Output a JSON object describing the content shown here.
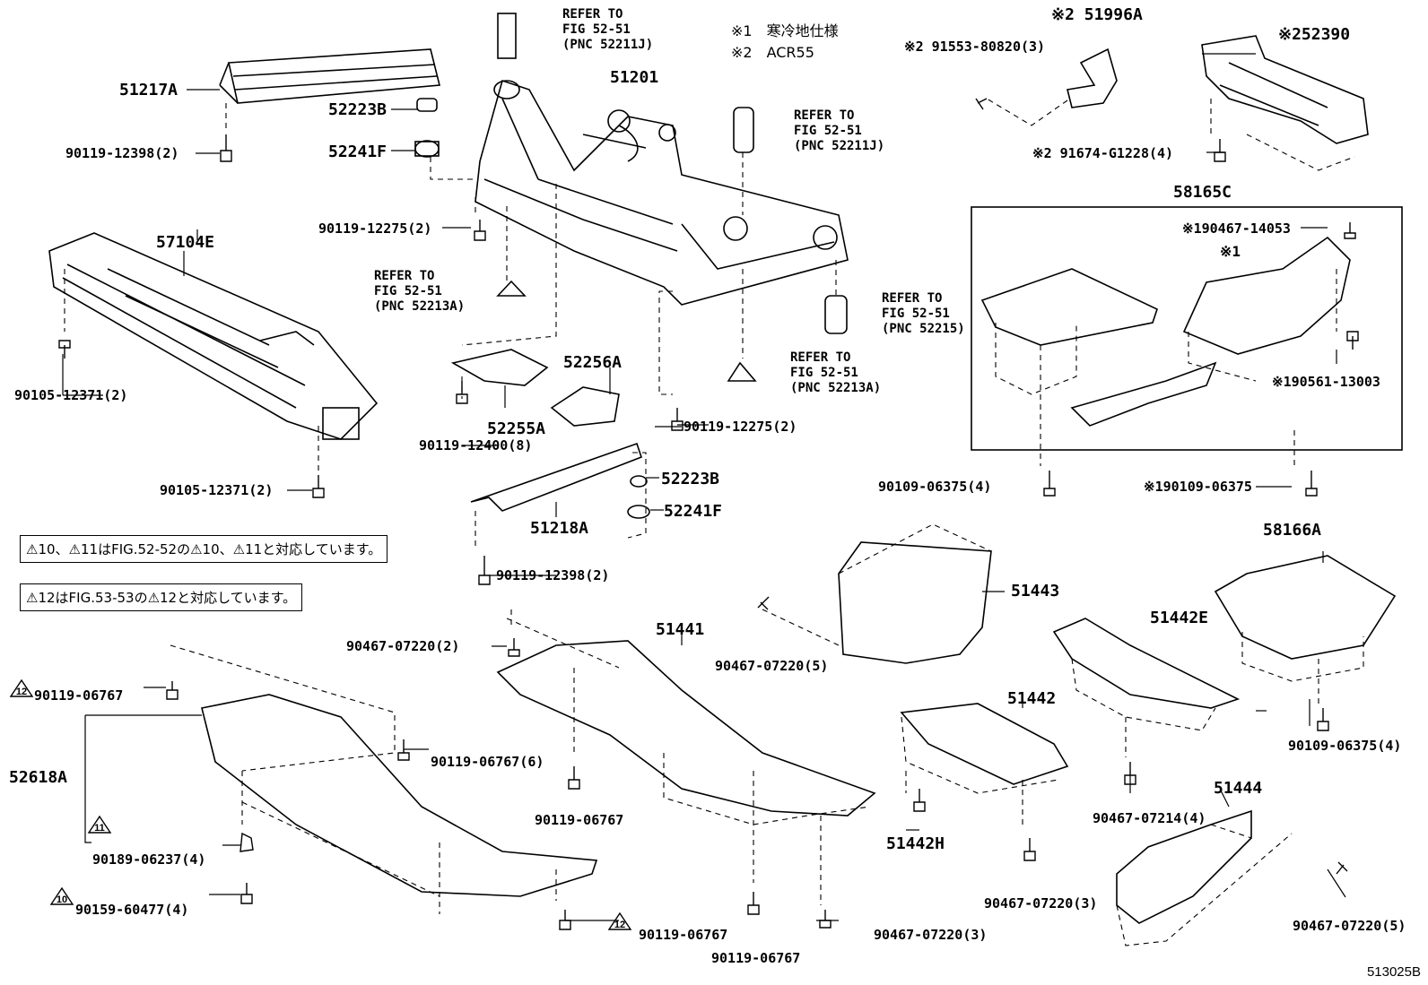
{
  "legend": {
    "note1": "※1　寒冷地仕様",
    "note2": "※2　ACR55"
  },
  "notes": {
    "box1": "⚠10、⚠11はFIG.52-52の⚠10、⚠11と対応しています。",
    "box2": "⚠12はFIG.53-53の⚠12と対応しています。"
  },
  "refs": {
    "r1": "REFER TO\nFIG 52-51\n(PNC 52211J)",
    "r2": "REFER TO\nFIG 52-51\n(PNC 52211J)",
    "r3": "REFER TO\nFIG 52-51\n(PNC 52213A)",
    "r4": "REFER TO\nFIG 52-51\n(PNC 52215)",
    "r5": "REFER TO\nFIG 52-51\n(PNC 52213A)"
  },
  "parts": {
    "p51217A": "51217A",
    "p52223B_1": "52223B",
    "p52241F_1": "52241F",
    "b90119_12398_1": "90119-12398(2)",
    "p51201": "51201",
    "b90119_12275_1": "90119-12275(2)",
    "p57104E": "57104E",
    "b90105_12371_1": "90105-12371(2)",
    "b90105_12371_2": "90105-12371(2)",
    "p52256A": "52256A",
    "p52255A": "52255A",
    "b90119_12400": "90119-12400(8)",
    "b90119_12275_2": "90119-12275(2)",
    "p52223B_2": "52223B",
    "p52241F_2": "52241F",
    "p51218A": "51218A",
    "b90119_12398_2": "90119-12398(2)",
    "p51996A": "※2 51996A",
    "b91553": "※2 91553-80820(3)",
    "p52390": "※252390",
    "b91674": "※2 91674-G1228(4)",
    "p58165C": "58165C",
    "b90467_14053": "※190467-14053",
    "mark1": "※1",
    "b90561": "※190561-13003",
    "b90109_06375_1": "90109-06375(4)",
    "b90109_06375_2": "※190109-06375",
    "p51443": "51443",
    "b90467_07220_1": "90467-07220(2)",
    "b90467_07220_2": "90467-07220(5)",
    "p51441": "51441",
    "p58166A": "58166A",
    "p51442E": "51442E",
    "b90109_06375_3": "90109-06375(4)",
    "b90119_06767_1": "90119-06767",
    "p52618A": "52618A",
    "b90119_06767_6": "90119-06767(6)",
    "b90119_06767_2": "90119-06767",
    "p51442": "51442",
    "p51442H": "51442H",
    "b90467_07214": "90467-07214(4)",
    "b90189": "90189-06237(4)",
    "b90159": "90159-60477(4)",
    "b90119_06767_3": "90119-06767",
    "b90119_06767_4": "90119-06767",
    "b90467_07220_3": "90467-07220(3)",
    "b90467_07220_4": "90467-07220(3)",
    "p51444": "51444",
    "b90467_07220_5": "90467-07220(5)",
    "tri10": "10",
    "tri11": "11",
    "tri12": "12",
    "fig_id": "513025B"
  }
}
